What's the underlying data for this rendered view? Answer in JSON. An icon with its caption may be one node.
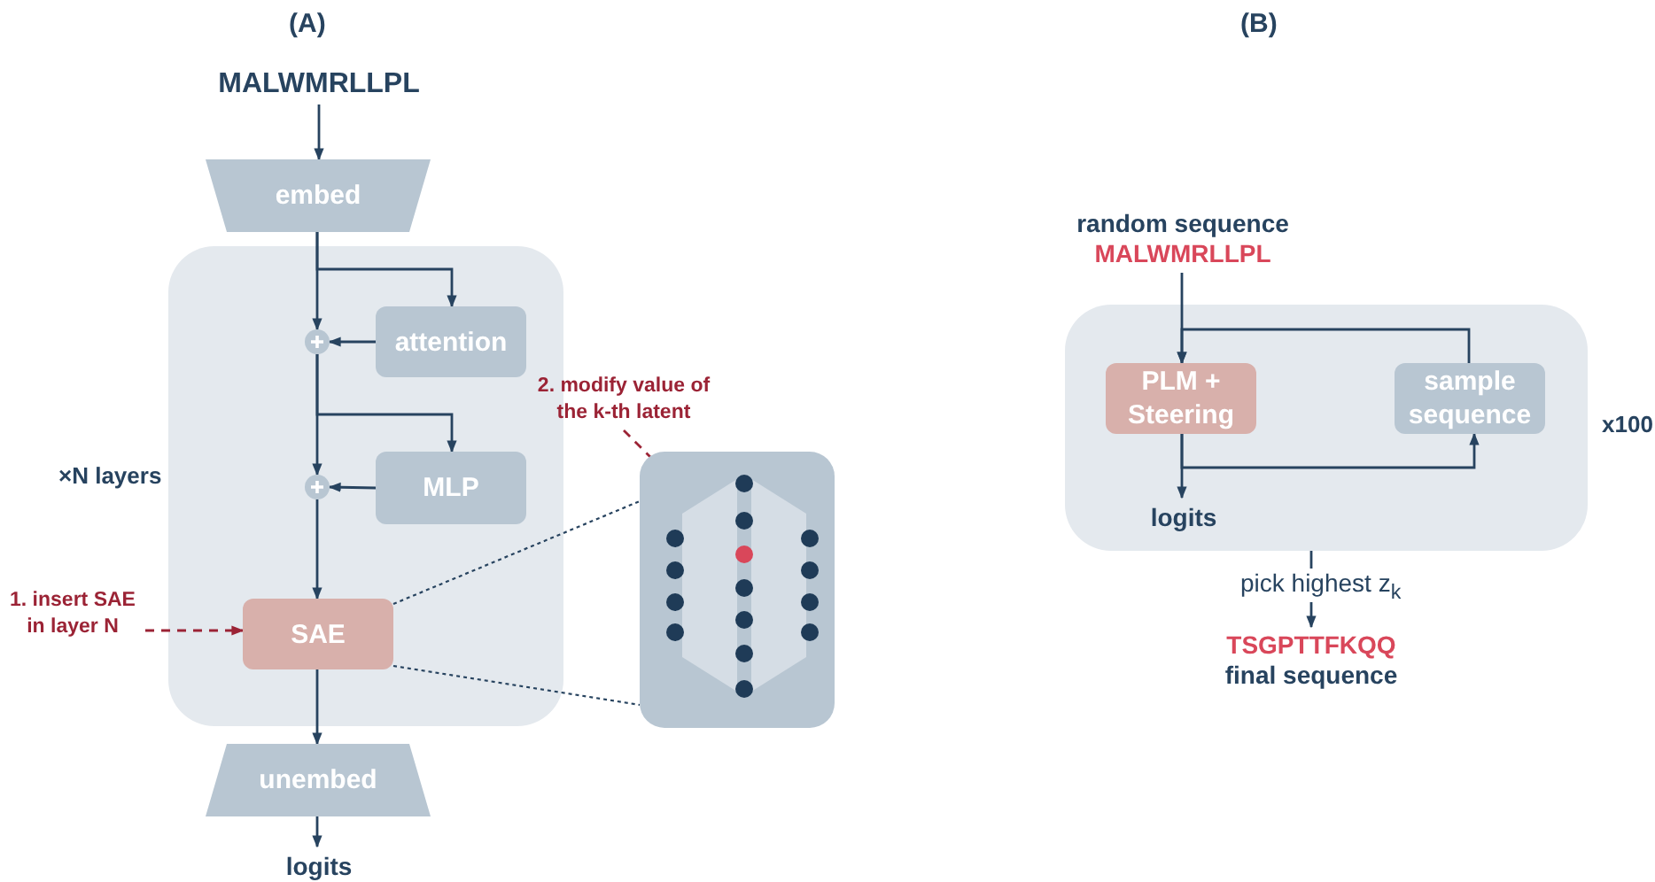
{
  "diagram": {
    "nodes": [
      {
        "text": [
          "MALWMRLLPL"
        ]
      },
      {
        "text": [
          "embed"
        ]
      },
      {
        "text": [],
        "shape": "box",
        "beside": [
          "×N layers"
        ]
      },
      {
        "text": [],
        "shape": "circle",
        "in": 2
      },
      {
        "text": [
          "attention"
        ],
        "in": 2
      },
      {
        "text": [],
        "shape": "circle",
        "in": 2
      },
      {
        "text": [
          "MLP"
        ],
        "in": 2
      },
      {
        "text": [
          "SAE"
        ],
        "in": 2
      },
      {
        "text": [
          "unembed"
        ]
      },
      {
        "text": [
          "logits"
        ]
      },
      {
        "text": [
          "1. insert SAE in layer N"
        ]
      },
      {
        "text": [],
        "shape": "picture"
      },
      {
        "text": [
          "2. modify value of the k-th latent"
        ]
      },
      {
        "text": [],
        "shape": "circle",
        "in": 11
      },
      {
        "text": [
          "random sequence",
          "MALWMRLLPL"
        ]
      },
      {
        "text": [],
        "shape": "box",
        "beside": [
          "x100"
        ]
      },
      {
        "text": [
          "PLM + Steering"
        ],
        "in": 15
      },
      {
        "text": [
          "sample sequence"
        ],
        "in": 15
      },
      {
        "text": [
          "logits"
        ],
        "in": 15
      },
      {
        "text": [
          "TSGPTTFKQQ",
          "final sequence"
        ]
      }
    ],
    "edges": [
      {
        "from": 0,
        "to": 1,
        "arrow": "to"
      },
      {
        "from": 1,
        "to": 3,
        "arrow": "to"
      },
      {
        "from": 1,
        "to": 4,
        "arrow": "to"
      },
      {
        "from": 4,
        "to": 3,
        "arrow": "to"
      },
      {
        "from": 3,
        "to": 5,
        "arrow": "to"
      },
      {
        "from": 3,
        "to": 6,
        "arrow": "to"
      },
      {
        "from": 6,
        "to": 5,
        "arrow": "to"
      },
      {
        "from": 5,
        "to": 7,
        "arrow": "to"
      },
      {
        "from": 7,
        "to": 8,
        "arrow": "to"
      },
      {
        "from": 8,
        "to": 9,
        "arrow": "to"
      },
      {
        "from": 10,
        "to": 7,
        "arrow": "to",
        "style": "dashed",
        "color": "#9b2335"
      },
      {
        "from": 12,
        "to": 13,
        "arrow": "to",
        "style": "dashed",
        "color": "#9b2335"
      },
      {
        "from": 7,
        "to": 11,
        "arrow": "none",
        "style": "dashed"
      },
      {
        "from": 7,
        "to": 11,
        "arrow": "none",
        "style": "dashed"
      },
      {
        "from": 14,
        "to": 16,
        "arrow": "to"
      },
      {
        "from": 16,
        "to": 18,
        "arrow": "to"
      },
      {
        "from": 16,
        "to": 17,
        "arrow": "to"
      },
      {
        "from": 17,
        "to": 16,
        "arrow": "to"
      },
      {
        "from": 15,
        "to": 19,
        "arrow": "to",
        "label": "pick highest z$_{k}$"
      }
    ],
    "labels": [
      "(A)",
      "(B)"
    ]
  }
}
